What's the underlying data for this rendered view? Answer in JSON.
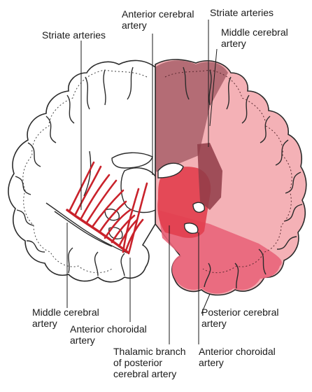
{
  "figure": {
    "colors": {
      "outline": "#2b2b2b",
      "anterior_cerebral_territory": "#a8606a",
      "middle_cerebral_territory": "#f4b1b6",
      "posterior_cerebral_territory": "#e9657a",
      "deep_territory": "#e2404f",
      "striate_arteries": "#c9222b"
    },
    "labels": {
      "anterior_cerebral_artery": "Anterior cerebral\nartery",
      "striate_arteries_left": "Striate arteries",
      "striate_arteries_right": "Striate arteries",
      "middle_cerebral_artery_right": "Middle cerebral\nartery",
      "middle_cerebral_artery_left": "Middle cerebral\nartery",
      "anterior_choroidal_artery_left": "Anterior choroidal\nartery",
      "thalamic_branch": "Thalamic branch\nof posterior\ncerebral artery",
      "posterior_cerebral_artery": "Posterior cerebral\nartery",
      "anterior_choroidal_artery_right": "Anterior choroidal\nartery"
    }
  }
}
